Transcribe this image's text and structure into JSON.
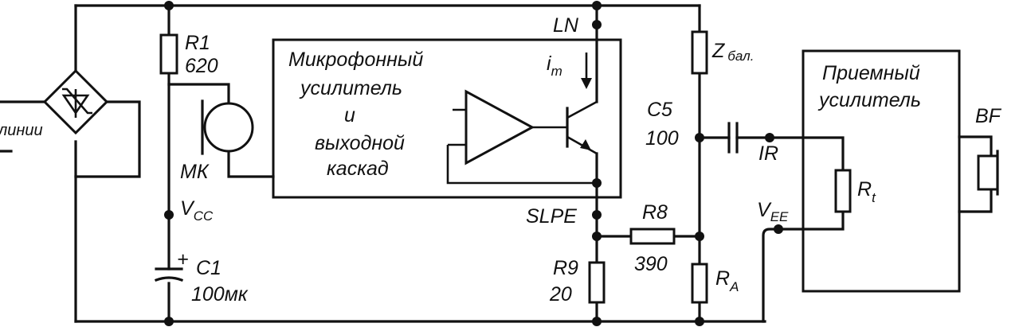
{
  "labels": {
    "r1_name": "R1",
    "r1_value": "620",
    "mk": "МК",
    "vcc_main": "V",
    "vcc_sub": "CC",
    "c1_name": "C1",
    "c1_value": "100мк",
    "c1_plus": "+",
    "line_label": "линии",
    "mic_amp_line1": "Микрофонный",
    "mic_amp_line2": "усилитель",
    "mic_amp_line3": "и",
    "mic_amp_line4": "выходной",
    "mic_amp_line5": "каскад",
    "im_main": "i",
    "im_sub": "m",
    "ln": "LN",
    "slpe": "SLPE",
    "r8_name": "R8",
    "r8_value": "390",
    "r9_name": "R9",
    "r9_value": "20",
    "c5_name": "C5",
    "c5_value": "100",
    "z_main": "Z",
    "z_sub": "бал.",
    "ra_main": "R",
    "ra_sub": "A",
    "ir": "IR",
    "vee_main": "V",
    "vee_sub": "EE",
    "rx_amp_line1": "Приемный",
    "rx_amp_line2": "усилитель",
    "rt_main": "R",
    "rt_sub": "t",
    "bf": "BF"
  }
}
